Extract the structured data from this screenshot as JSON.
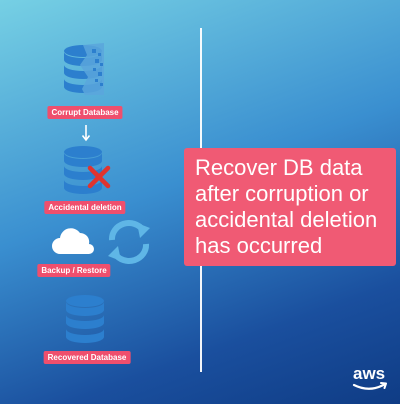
{
  "labels": {
    "corrupt": "Corrupt Database",
    "deletion": "Accidental deletion",
    "backup": "Backup / Restore",
    "recovered": "Recovered Database"
  },
  "headline": "Recover DB data after corruption or accidental deletion has occurred",
  "logo": {
    "text": "aws"
  },
  "icons": [
    "database-icon",
    "down-arrow-icon",
    "red-x-icon",
    "cloud-icon",
    "cycle-arrows-icon",
    "aws-logo"
  ],
  "colors": {
    "background_top": "#76d0e4",
    "background_bottom": "#0f3c85",
    "label_bg": "#ef4f6d",
    "headline_bg": "#f05a74",
    "database": "#2c7fce",
    "x_mark": "#e0342f",
    "text": "#ffffff"
  }
}
